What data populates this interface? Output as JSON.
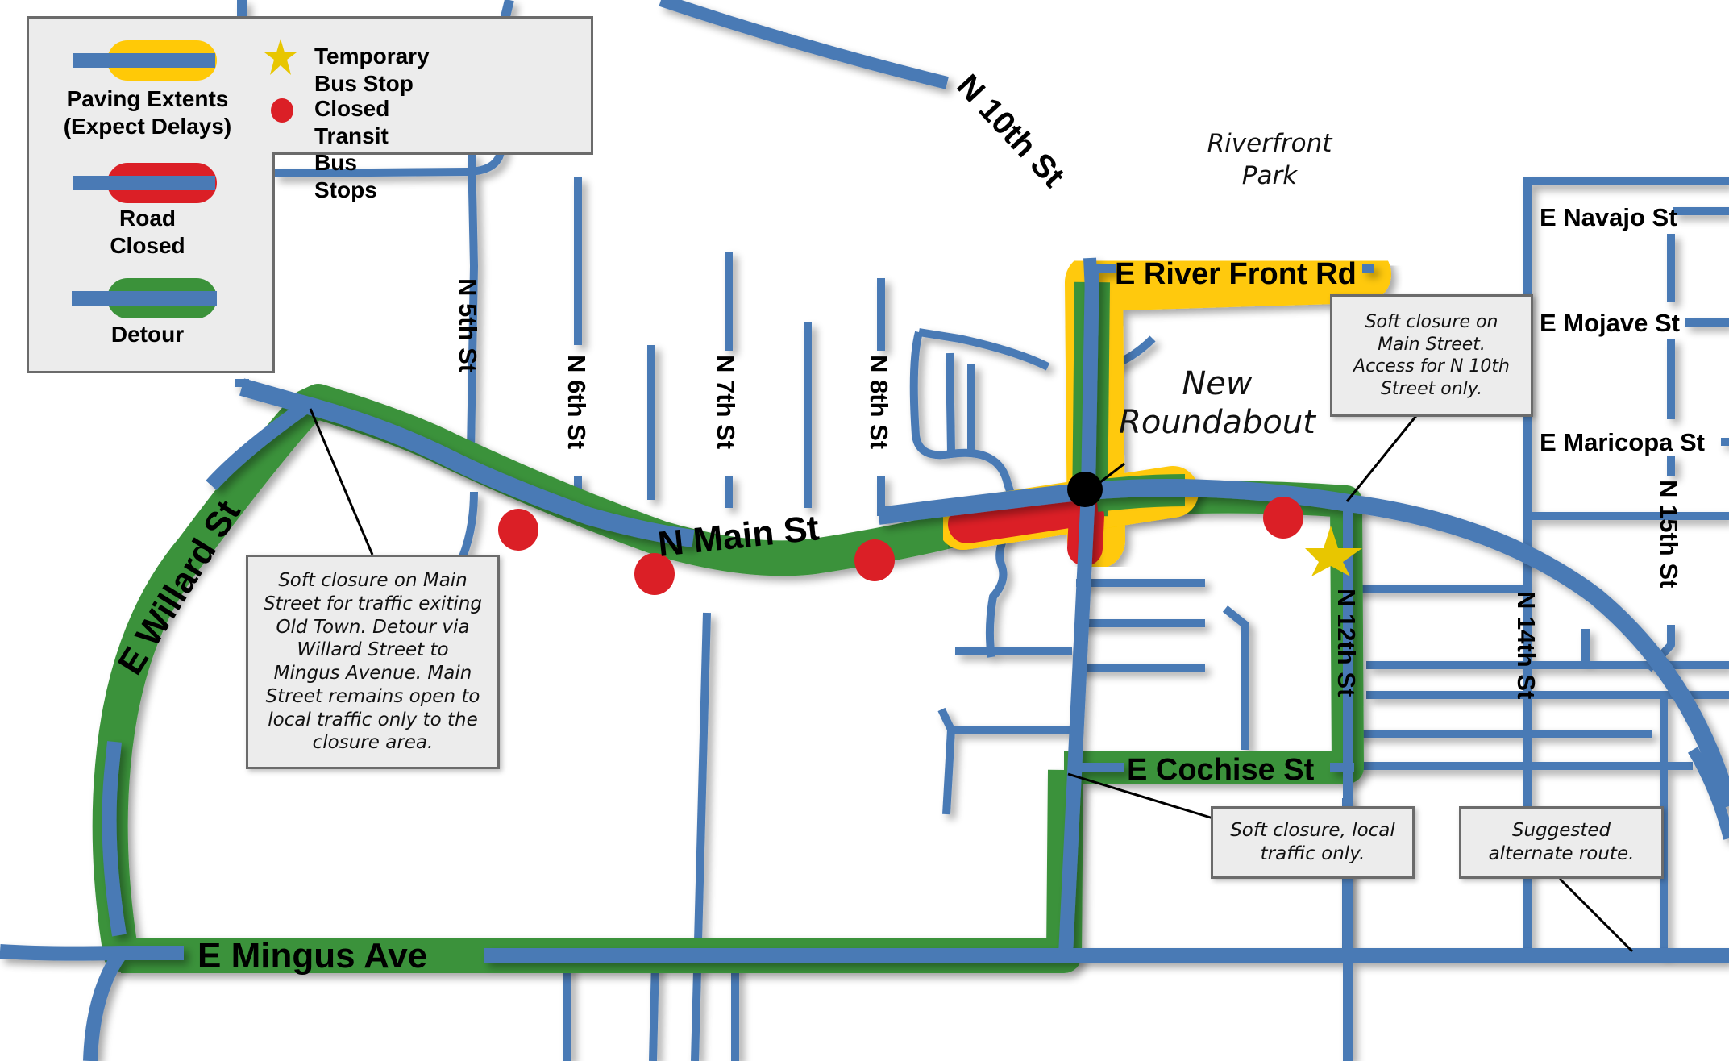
{
  "legend": {
    "items": [
      {
        "label": "Paving Extents\n(Expect Delays)",
        "color": "#ffc907",
        "line_color": "#4a7ab5"
      },
      {
        "label": "Road\nClosed",
        "color": "#db1f26",
        "line_color": "#4a7ab5"
      },
      {
        "label": "Detour",
        "color": "#3b923a",
        "line_color": "#4a7ab5"
      }
    ],
    "symbols": [
      {
        "label": "Temporary Bus Stop",
        "icon": "star-icon",
        "color": "#e8c600"
      },
      {
        "label": "Closed Transit Bus Stops",
        "icon": "circle-icon",
        "color": "#db1f26"
      }
    ]
  },
  "streets": {
    "n_10th": "N 10th St",
    "e_river_front": "E River Front Rd",
    "n_5th": "N 5th St",
    "n_6th": "N 6th St",
    "n_7th": "N 7th St",
    "n_8th": "N 8th St",
    "n_main": "N Main St",
    "e_willard": "E Willard St",
    "e_mingus": "E Mingus Ave",
    "e_cochise": "E Cochise St",
    "n_12th": "N 12th St",
    "n_14th": "N 14th St",
    "n_15th": "N 15th St",
    "e_navajo": "E Navajo St",
    "e_mojave": "E Mojave St",
    "e_maricopa": "E Maricopa St"
  },
  "places": {
    "riverfront_park": "Riverfront\nPark",
    "new_roundabout": "New\nRoundabout"
  },
  "callouts": {
    "willard": "Soft closure on Main\nStreet for traffic exiting\nOld Town. Detour via\nWillard Street to\nMingus Avenue. Main\nStreet remains open to\nlocal traffic only to the\nclosure area.",
    "main_12th": "Soft closure on\nMain Street.\nAccess for N 10th\nStreet only.",
    "cochise": "Soft closure, local\ntraffic only.",
    "alternate": "Suggested\nalternate route."
  },
  "colors": {
    "road": "#4a7ab5",
    "paving": "#ffc907",
    "closed": "#db1f26",
    "detour": "#3b923a",
    "bus_stop_closed": "#db1f26",
    "temp_bus_stop": "#e8c600",
    "callout_bg": "#ececec"
  }
}
